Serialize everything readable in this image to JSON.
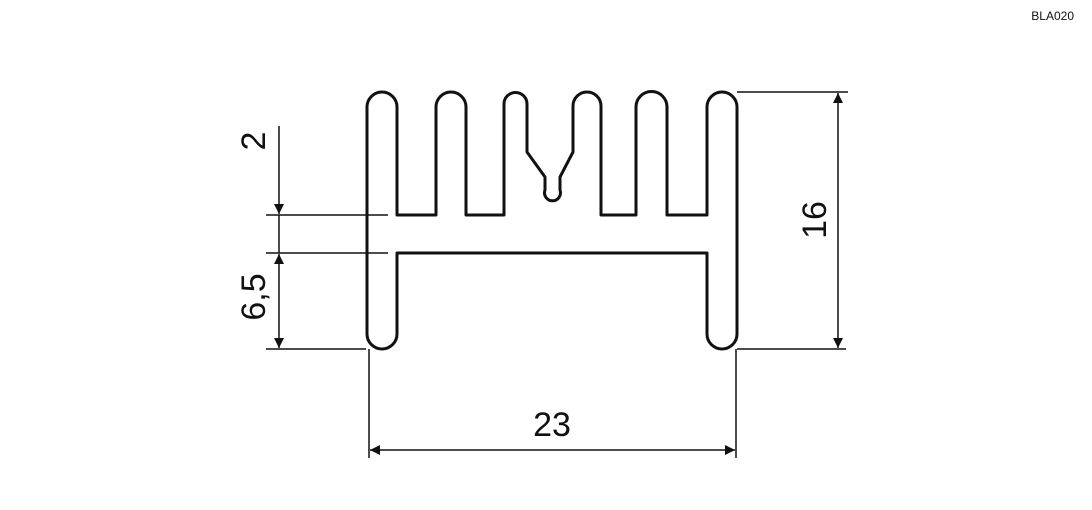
{
  "drawing_code": "BLA020",
  "dimensions": {
    "fin_height": "2",
    "base_leg_height": "6,5",
    "total_height": "16",
    "total_width": "23"
  },
  "colors": {
    "line": "#111111",
    "background": "#ffffff"
  }
}
